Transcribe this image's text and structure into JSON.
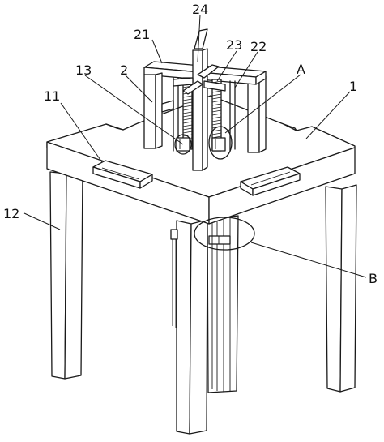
{
  "figure": {
    "labels": {
      "l24": "24",
      "l21": "21",
      "l23": "23",
      "l22": "22",
      "l13": "13",
      "l2": "2",
      "lA": "A",
      "l1": "1",
      "l11": "11",
      "l12": "12",
      "lB": "B"
    }
  }
}
